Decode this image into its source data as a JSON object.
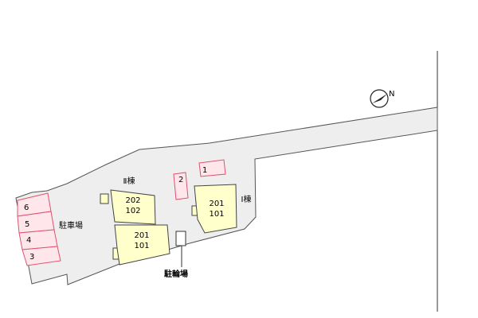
{
  "colors": {
    "lot": "#eeeeee",
    "lot_stroke": "#555555",
    "building": "#ffffcc",
    "building_stroke": "#444444",
    "parking": "#ffe6ea",
    "parking_stroke": "#e0506e",
    "bicycle": "#ffffff"
  },
  "compass": {
    "letter": "N",
    "icon": "north-arrow-icon"
  },
  "buildings": {
    "bldg2": {
      "name": "Ⅱ棟",
      "upper_unit": {
        "top": "202",
        "bottom": "102"
      },
      "lower_unit": {
        "top": "201",
        "bottom": "101"
      }
    },
    "bldg1": {
      "name": "Ⅰ棟",
      "unit": {
        "top": "201",
        "bottom": "101"
      }
    }
  },
  "parking": {
    "label": "駐車場",
    "spaces": [
      "6",
      "5",
      "4",
      "3"
    ],
    "extra_spaces": [
      "2",
      "1"
    ]
  },
  "bicycle_parking": {
    "label": "駐輪場"
  }
}
